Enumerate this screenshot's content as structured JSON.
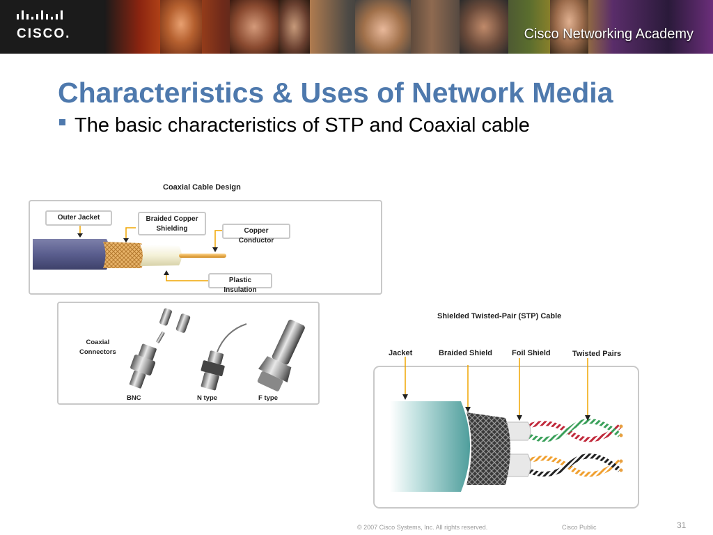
{
  "header": {
    "logo_text": "CISCO.",
    "academy_text": "Cisco Networking Academy"
  },
  "slide": {
    "title": "Characteristics & Uses of Network Media",
    "bullet": "The basic characteristics of STP and Coaxial cable"
  },
  "coax_design": {
    "title": "Coaxial Cable Design",
    "labels": {
      "outer_jacket": "Outer Jacket",
      "braided_copper_1": "Braided Copper",
      "braided_copper_2": "Shielding",
      "copper_conductor": "Copper Conductor",
      "plastic_insulation": "Plastic Insulation"
    },
    "colors": {
      "jacket": "#5a5e8e",
      "braid": "#e8b46a",
      "insulation": "#f4f1d8",
      "conductor": "#f0b44a"
    }
  },
  "coax_connectors": {
    "title_1": "Coaxial",
    "title_2": "Connectors",
    "types": {
      "bnc": "BNC",
      "n": "N type",
      "f": "F type"
    }
  },
  "stp": {
    "title": "Shielded Twisted-Pair (STP) Cable",
    "labels": {
      "jacket": "Jacket",
      "braided_shield": "Braided Shield",
      "foil_shield": "Foil Shield",
      "twisted_pairs": "Twisted Pairs"
    },
    "colors": {
      "jacket": "#5fa9a8",
      "arrow": "#f0a500"
    }
  },
  "footer": {
    "copyright": "© 2007 Cisco Systems, Inc. All rights reserved.",
    "classification": "Cisco Public",
    "page": "31"
  }
}
